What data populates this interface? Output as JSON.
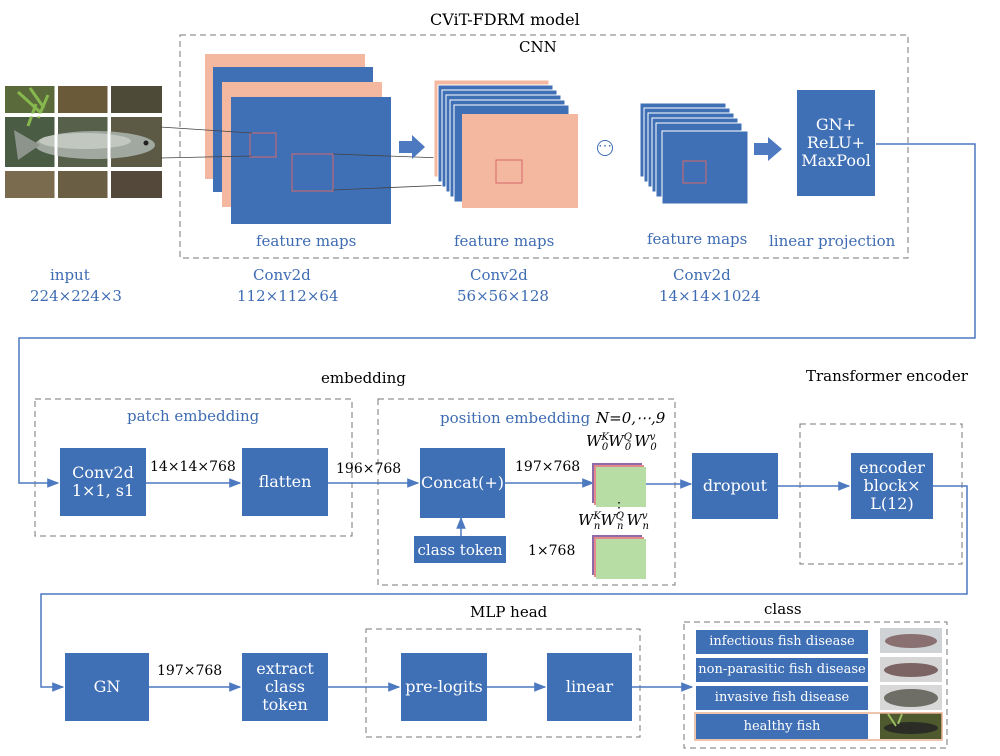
{
  "title": "CViT-FDRM model",
  "cnn": {
    "label": "CNN",
    "input_label": "input",
    "input_size": "224×224×3",
    "stage1_maps": "feature maps",
    "stage1_op": "Conv2d",
    "stage1_size": "112×112×64",
    "stage2_maps": "feature maps",
    "stage2_op": "Conv2d",
    "stage2_size": "56×56×128",
    "dots": "⋯",
    "stage3_maps": "feature maps",
    "stage3_op": "Conv2d",
    "stage3_size": "14×14×1024",
    "gn_block": [
      "GN+",
      "ReLU+",
      "MaxPool"
    ],
    "linear_projection": "linear projection"
  },
  "embedding": {
    "label": "embedding",
    "patch_label": "patch embedding",
    "conv_block": [
      "Conv2d",
      "1×1, s1"
    ],
    "conv_out": "14×14×768",
    "flatten": "flatten",
    "flatten_out": "196×768",
    "position_label": "position embedding",
    "n_range": "N=0,⋯,9",
    "concat": "Concat(+)",
    "concat_out": "197×768",
    "class_token": "class token",
    "class_token_size": "1×768",
    "w_top": "W",
    "w_bottom": "W"
  },
  "encoder": {
    "label": "Transformer encoder",
    "dropout": "dropout",
    "block": [
      "encoder",
      "block×",
      "L(12)"
    ]
  },
  "head": {
    "label": "MLP head",
    "gn": "GN",
    "gn_out": "197×768",
    "extract": [
      "extract",
      "class",
      "token"
    ],
    "prelogits": "pre-logits",
    "linear": "linear"
  },
  "classes": {
    "label": "class",
    "items": [
      "infectious fish disease",
      "non-parasitic fish disease",
      "invasive fish disease",
      "healthy fish"
    ]
  },
  "colors": {
    "block_blue": "#3f6fb5",
    "text_blue": "#3e6cb2",
    "salmon": "#f4b79f",
    "green": "#b8dda4",
    "arrow": "#4c79c0"
  }
}
